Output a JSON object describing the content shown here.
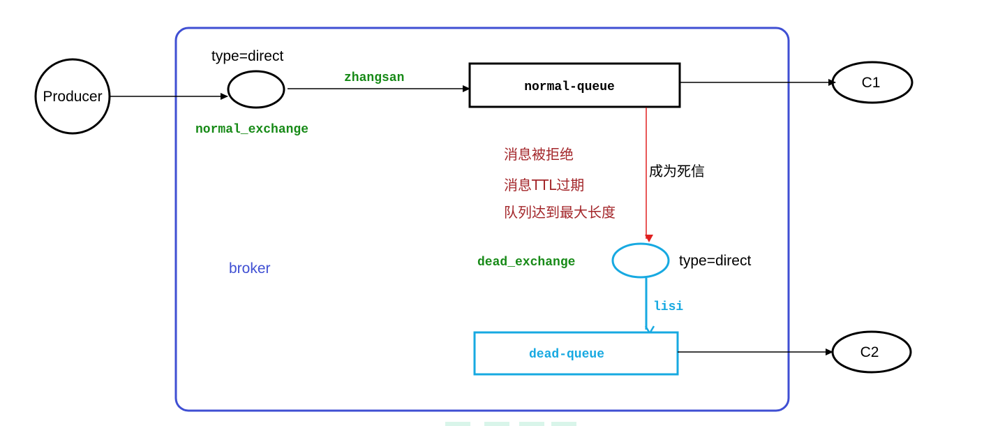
{
  "colors": {
    "broker_border": "#3f4fd3",
    "green_label": "#178a17",
    "reason_text": "#a3262a",
    "red_arrow": "#e02020",
    "cyan": "#17a9e1",
    "black": "#000000"
  },
  "producer": {
    "label": "Producer"
  },
  "consumers": {
    "c1": "C1",
    "c2": "C2"
  },
  "broker": {
    "label": "broker"
  },
  "normal_exchange": {
    "type_label": "type=direct",
    "name": "normal_exchange"
  },
  "routing_keys": {
    "normal": "zhangsan",
    "dead": "lisi"
  },
  "normal_queue": {
    "label": "normal-queue"
  },
  "dead_letter": {
    "reasons": [
      "消息被拒绝",
      "消息TTL过期",
      "队列达到最大长度"
    ],
    "becomes_label": "成为死信"
  },
  "dead_exchange": {
    "name": "dead_exchange",
    "type_label": "type=direct"
  },
  "dead_queue": {
    "label": "dead-queue"
  }
}
